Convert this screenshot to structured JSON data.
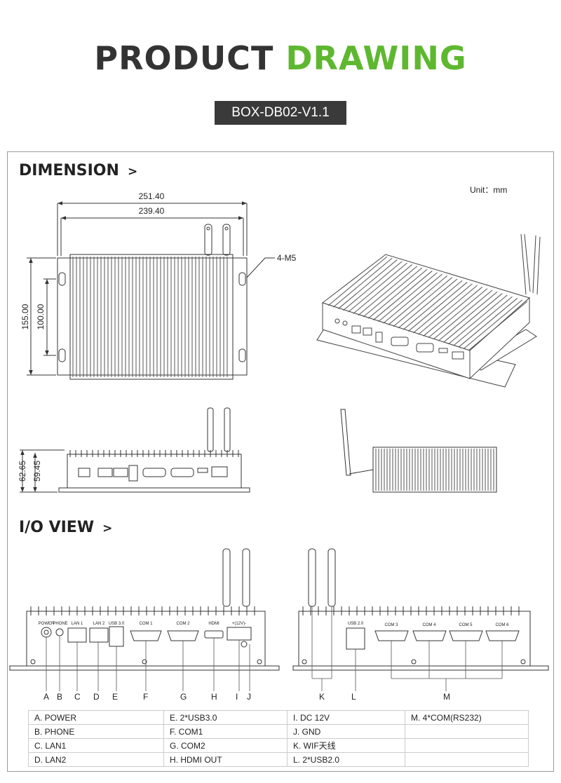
{
  "header": {
    "title_part1": "PRODUCT",
    "title_part2": "DRAWING",
    "model": "BOX-DB02-V1.1"
  },
  "dimension": {
    "heading": "DIMENSION",
    "arrow": ">",
    "unit": "Unit：mm",
    "width_total": "251.40",
    "width_inner": "239.40",
    "height_total": "155.00",
    "height_inner": "100.00",
    "mount": "4-M5",
    "side_height_total": "62.65",
    "side_height_inner": "59.45"
  },
  "io_view": {
    "heading": "I/O VIEW",
    "arrow": ">"
  },
  "panel_labels": {
    "power": "POWER",
    "phone": "PHONE",
    "lan1": "LAN 1",
    "lan2": "LAN 2",
    "usb3": "USB 3.0",
    "com1": "COM 1",
    "com2": "COM 2",
    "hdmi": "HDMI",
    "dc": "+(12V)-",
    "usb2": "USB 2.0",
    "com3": "COM 3",
    "com4": "COM 4",
    "com5": "COM 5",
    "com6": "COM 6"
  },
  "letters": [
    "A",
    "B",
    "C",
    "D",
    "E",
    "F",
    "G",
    "H",
    "I",
    "J",
    "K",
    "L",
    "M"
  ],
  "legend": [
    [
      "A.  POWER",
      "E.  2*USB3.0",
      "I.  DC    12V",
      "M.  4*COM(RS232)"
    ],
    [
      "B.  PHONE",
      "F.  COM1",
      "J.  GND",
      ""
    ],
    [
      "C.  LAN1",
      "G.  COM2",
      "K.  WIF天线",
      ""
    ],
    [
      "D.  LAN2",
      "H.  HDMI OUT",
      "L.  2*USB2.0",
      ""
    ]
  ]
}
